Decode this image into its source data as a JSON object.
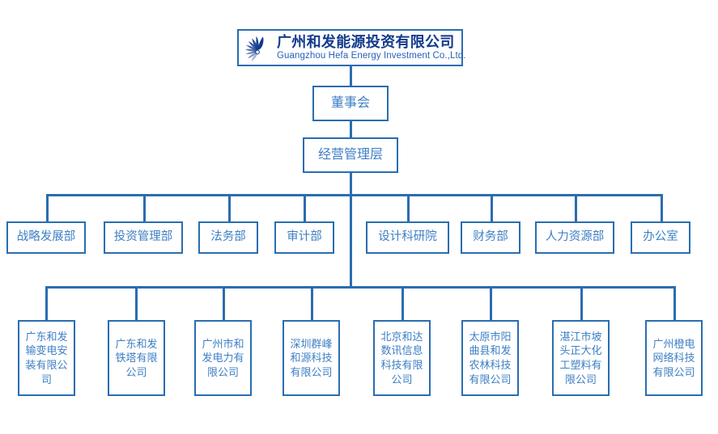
{
  "chart_meta": {
    "type": "org-chart",
    "title": "广州和发能源投资有限公司 组织架构图",
    "accent_border": "#2a6db0",
    "node_text_color": "#3d7fc4",
    "company_cn_color": "#123a8c",
    "company_en_color": "#2a62b8",
    "background": "#ffffff"
  },
  "company": {
    "logo_icon": "turbine-spiral-logo-icon",
    "name_cn": "广州和发能源投资有限公司",
    "name_en": "Guangzhou Hefa Energy Investment Co.,Ltd."
  },
  "levels": {
    "board": {
      "label": "董事会"
    },
    "management": {
      "label": "经营管理层"
    }
  },
  "departments": [
    {
      "label": "战略发展部"
    },
    {
      "label": "投资管理部"
    },
    {
      "label": "法务部"
    },
    {
      "label": "审计部"
    },
    {
      "label": "设计科研院"
    },
    {
      "label": "财务部"
    },
    {
      "label": "人力资源部"
    },
    {
      "label": "办公室"
    }
  ],
  "subsidiaries": [
    {
      "label": "广东和发输变电安装有限公司"
    },
    {
      "label": "广东和发铁塔有限公司"
    },
    {
      "label": "广州市和发电力有限公司"
    },
    {
      "label": "深圳群峰和源科技有限公司"
    },
    {
      "label": "北京和达数讯信息科技有限公司"
    },
    {
      "label": "太原市阳曲县和发农林科技有限公司"
    },
    {
      "label": "湛江市坡头正大化工塑料有限公司"
    },
    {
      "label": "广州橙电网络科技有限公司"
    }
  ]
}
